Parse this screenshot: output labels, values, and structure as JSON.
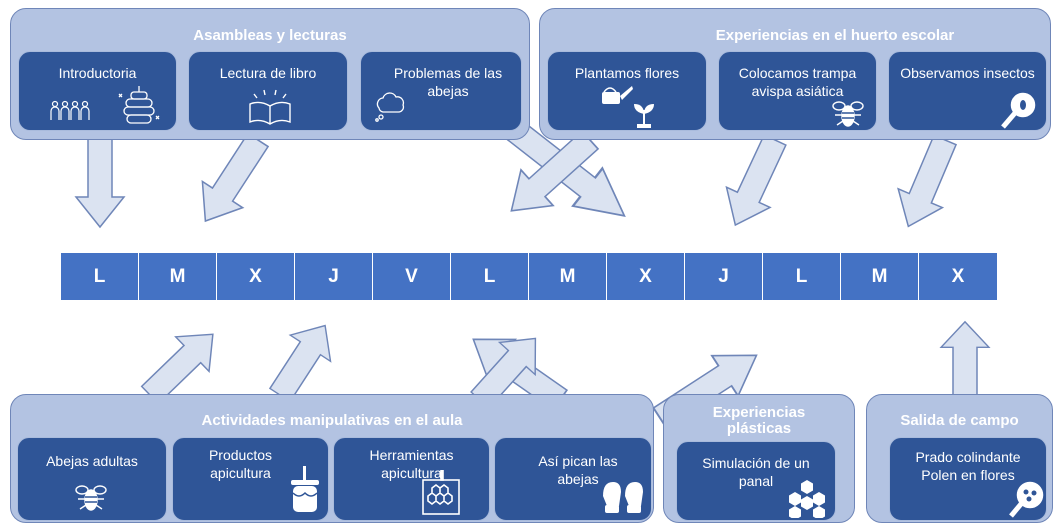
{
  "groups": {
    "asambleas": {
      "title": "Asambleas y lecturas",
      "cards": [
        "Introductoria",
        "Lectura de libro",
        "Problemas de las abejas"
      ]
    },
    "huerto": {
      "title": "Experiencias en el huerto escolar",
      "cards": [
        "Plantamos flores",
        "Colocamos trampa avispa asiática",
        "Observamos insectos"
      ]
    },
    "aula": {
      "title": "Actividades manipulativas en el aula",
      "cards": [
        "Abejas adultas",
        "Productos apicultura",
        "Herramientas apicultura",
        "Así pican las abejas"
      ]
    },
    "plasticas": {
      "title": "Experiencias plásticas",
      "cards": [
        "Simulación de un panal"
      ]
    },
    "campo": {
      "title": "Salida de campo",
      "cards": [
        "Prado colindante Polen en flores"
      ]
    }
  },
  "days": [
    "L",
    "M",
    "X",
    "J",
    "V",
    "L",
    "M",
    "X",
    "J",
    "L",
    "M",
    "X"
  ],
  "icons": [
    "people-icon",
    "beehive-icon",
    "open-book-icon",
    "thought-cloud-icon",
    "watering-can-icon",
    "sprout-icon",
    "bee-icon",
    "magnifier-icon",
    "honey-jar-icon",
    "honeycomb-frame-icon",
    "gloves-icon",
    "honeycomb-icon",
    "pollen-magnifier-icon"
  ],
  "colors": {
    "card": "#2f5597",
    "group": "#b3c3e2",
    "day": "#4472c4",
    "arrow": "#dbe3f1"
  }
}
